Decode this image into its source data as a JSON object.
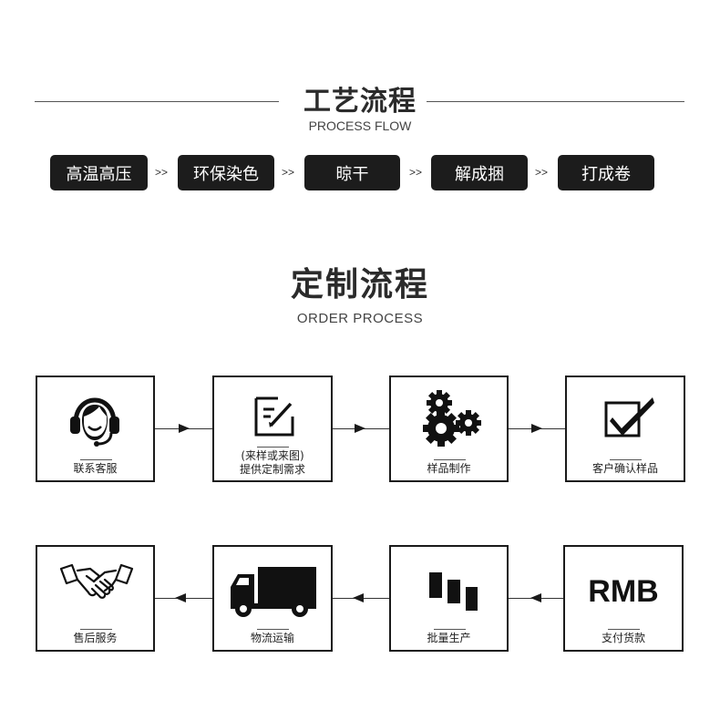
{
  "craft": {
    "title": "工艺流程",
    "subtitle": "PROCESS FLOW",
    "separator": ">>",
    "steps": [
      "高温高压",
      "环保染色",
      "晾干",
      "解成捆",
      "打成卷"
    ]
  },
  "order": {
    "title": "定制流程",
    "subtitle": "ORDER PROCESS",
    "row1": [
      {
        "icon": "headset-agent-icon",
        "label": "联系客服"
      },
      {
        "icon": "pen-edit-icon",
        "label_line1": "(来样或来图)",
        "label_line2": "提供定制需求"
      },
      {
        "icon": "gears-icon",
        "label": "样品制作"
      },
      {
        "icon": "checkbox-check-icon",
        "label": "客户确认样品"
      }
    ],
    "row2": [
      {
        "icon": "handshake-icon",
        "label": "售后服务"
      },
      {
        "icon": "truck-icon",
        "label": "物流运输"
      },
      {
        "icon": "bar-blocks-icon",
        "label": "批量生产"
      },
      {
        "icon": "rmb-text-icon",
        "text": "RMB",
        "label": "支付货款"
      }
    ]
  }
}
